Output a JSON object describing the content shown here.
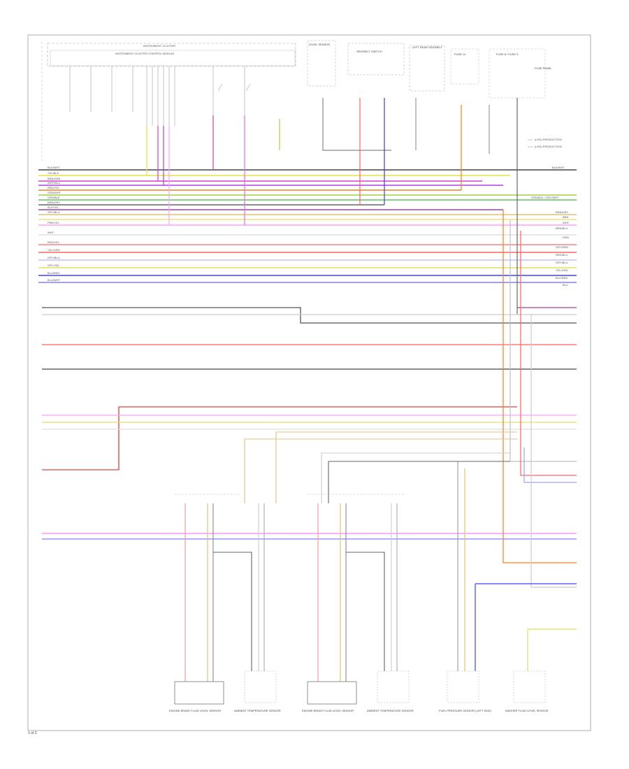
{
  "diagram": {
    "page_label": "1 of 3",
    "cluster": {
      "title": "INSTRUMENT CLUSTER",
      "subtitle": "INSTRUMENT CLUSTER CONTROL MODULE"
    },
    "top_components": [
      "LEVEL SENSOR",
      "SEATBELT SWITCH",
      "LEFT REAR SEATBELT",
      "FUSE 14",
      "FUSE 8 / FUSE 3",
      "FUSE PANEL"
    ],
    "legend": [
      "(LHD) PRODUCTION",
      "(LHD) PRODUCTION"
    ],
    "left_wire_labels": [
      "BLK/WHT",
      "YEL/BLK",
      "BRN/GRN",
      "WHT/BLU",
      "RED/YEL",
      "GRN/WHT",
      "GRN/BLK",
      "BRN/GRY",
      "BLK/YEL",
      "GRY/BLU",
      "PNK/YEL",
      "WHT",
      "RED/YEL",
      "YEL/GRN",
      "GRY/BLU",
      "GRY/YEL",
      "BLU/RED",
      "BLU/WHT"
    ],
    "right_wire_labels": [
      "BLK/WHT",
      "GRN/BLK / GRY/WHT",
      "BRN/GRY",
      "BRN",
      "WHT",
      "BRN/BLU",
      "GRN",
      "GRY/RED",
      "RED/BLU",
      "GRY/BLU",
      "YEL/GRN",
      "BLU/RED",
      "BLU"
    ],
    "bottom_components": [
      "ENGINE BRAKE FLUID LEVEL SENSOR",
      "AMBIENT TEMPERATURE SENSOR",
      "ENGINE BRAKE FLUID LEVEL SENSOR",
      "AMBIENT TEMPERATURE SENSOR",
      "FUEL PRESSURE SENSOR (LEFT SIDE)",
      "WASHER FLUID LEVEL SENSOR"
    ]
  }
}
